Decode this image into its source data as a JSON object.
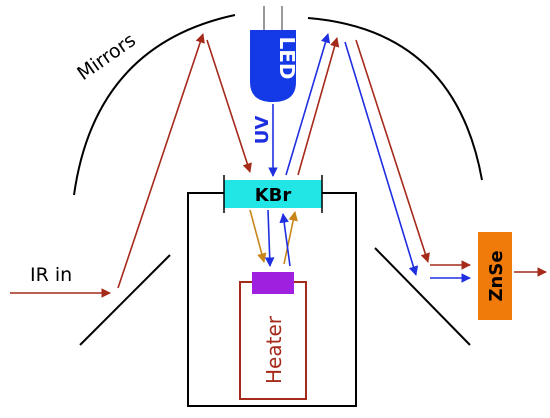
{
  "labels": {
    "mirrors": "Mirrors",
    "led": "LED",
    "uv": "UV",
    "kbr": "KBr",
    "ir_in": "IR in",
    "heater": "Heater",
    "znse": "ZnSe"
  },
  "colors": {
    "ir_beam": "#a52a1a",
    "uv_beam": "#1f2fe0",
    "reflected_beam": "#c8861a",
    "led_body": "#1439e6",
    "kbr_window": "#22e6e6",
    "sample": "#a020e0",
    "heater_outline": "#a52a1a",
    "znse_block": "#f07a0a",
    "outline": "#000000"
  }
}
